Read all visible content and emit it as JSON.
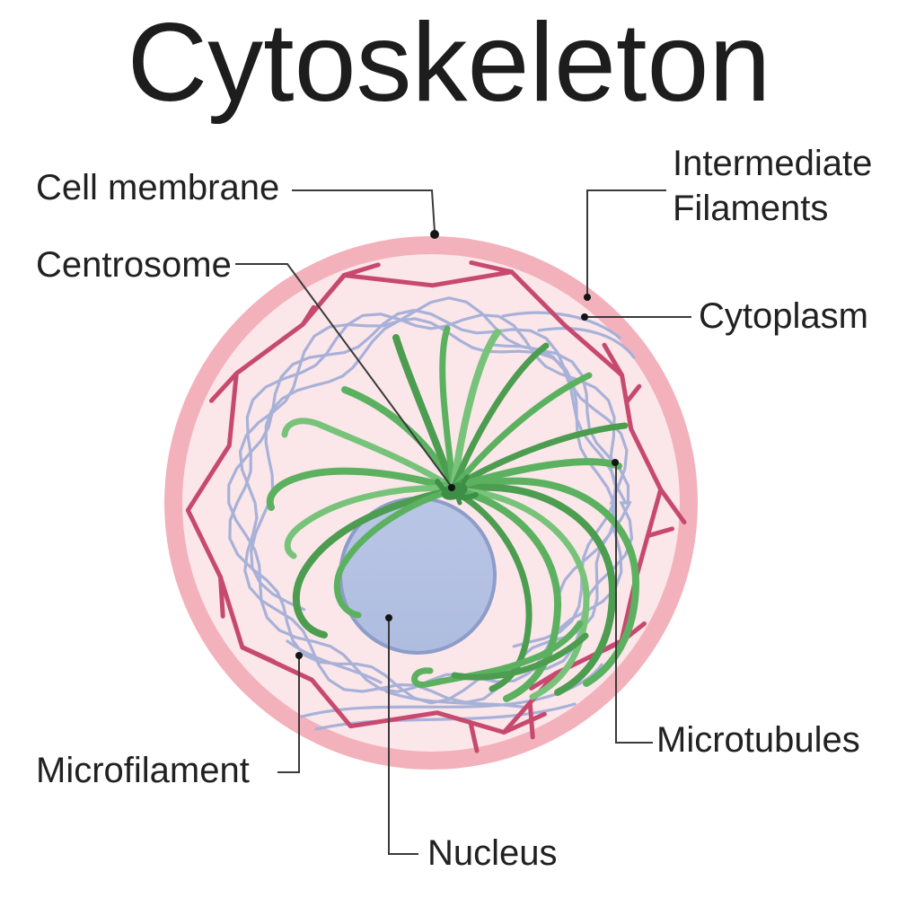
{
  "title": "Cytoskeleton",
  "labels": {
    "cell_membrane": "Cell membrane",
    "centrosome": "Centrosome",
    "intermediate_filaments": [
      "Intermediate",
      "Filaments"
    ],
    "cytoplasm": "Cytoplasm",
    "microtubules": "Microtubules",
    "microfilament": "Microfilament",
    "nucleus": "Nucleus"
  },
  "colors": {
    "background": "#ffffff",
    "text": "#212121",
    "membrane": "#f3b1bb",
    "cytoplasm": "#fbe7ea",
    "microfilament": "#c7496f",
    "intermediate_filament": "#a4afd7",
    "microtubule_shades": [
      "#4c9d50",
      "#5cb160",
      "#78c37a"
    ],
    "microtubule_dark": "#3e8f46",
    "nucleus_fill": "#aebcdf",
    "nucleus_fill_light": "#bac6e6",
    "nucleus_border": "#8d9cc8",
    "leader_line": "#3a3a3a",
    "leader_dot": "#141414"
  }
}
